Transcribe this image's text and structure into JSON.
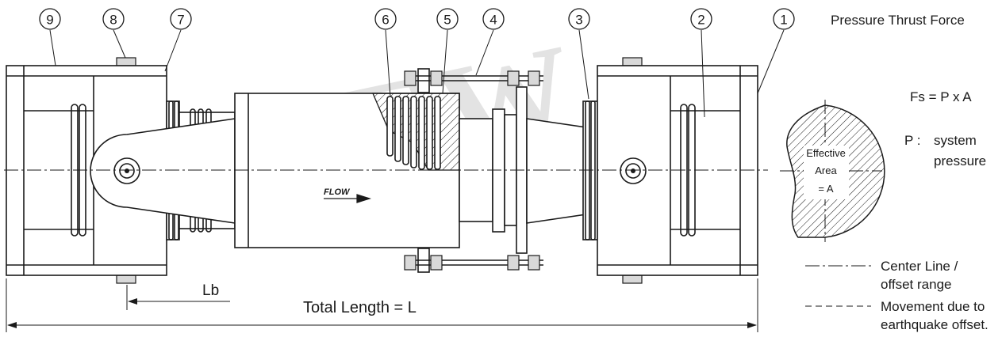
{
  "callouts": [
    "1",
    "2",
    "3",
    "4",
    "5",
    "6",
    "7",
    "8",
    "9"
  ],
  "flow_label": "FLOW",
  "watermark": "PANEW",
  "legend": {
    "title": "Pressure Thrust Force",
    "formula": "Fs = P x A",
    "p_prefix": "P :",
    "p_line1": "system",
    "p_line2": "pressure",
    "area_line1": "Effective",
    "area_line2": "Area",
    "area_line3": "= A",
    "centerline_line1": "Center Line /",
    "centerline_line2": "offset range",
    "movement_line1": "Movement due to",
    "movement_line2": "earthquake offset."
  },
  "dimensions": {
    "lb_label": "Lb",
    "total_label": "Total Length = L"
  }
}
